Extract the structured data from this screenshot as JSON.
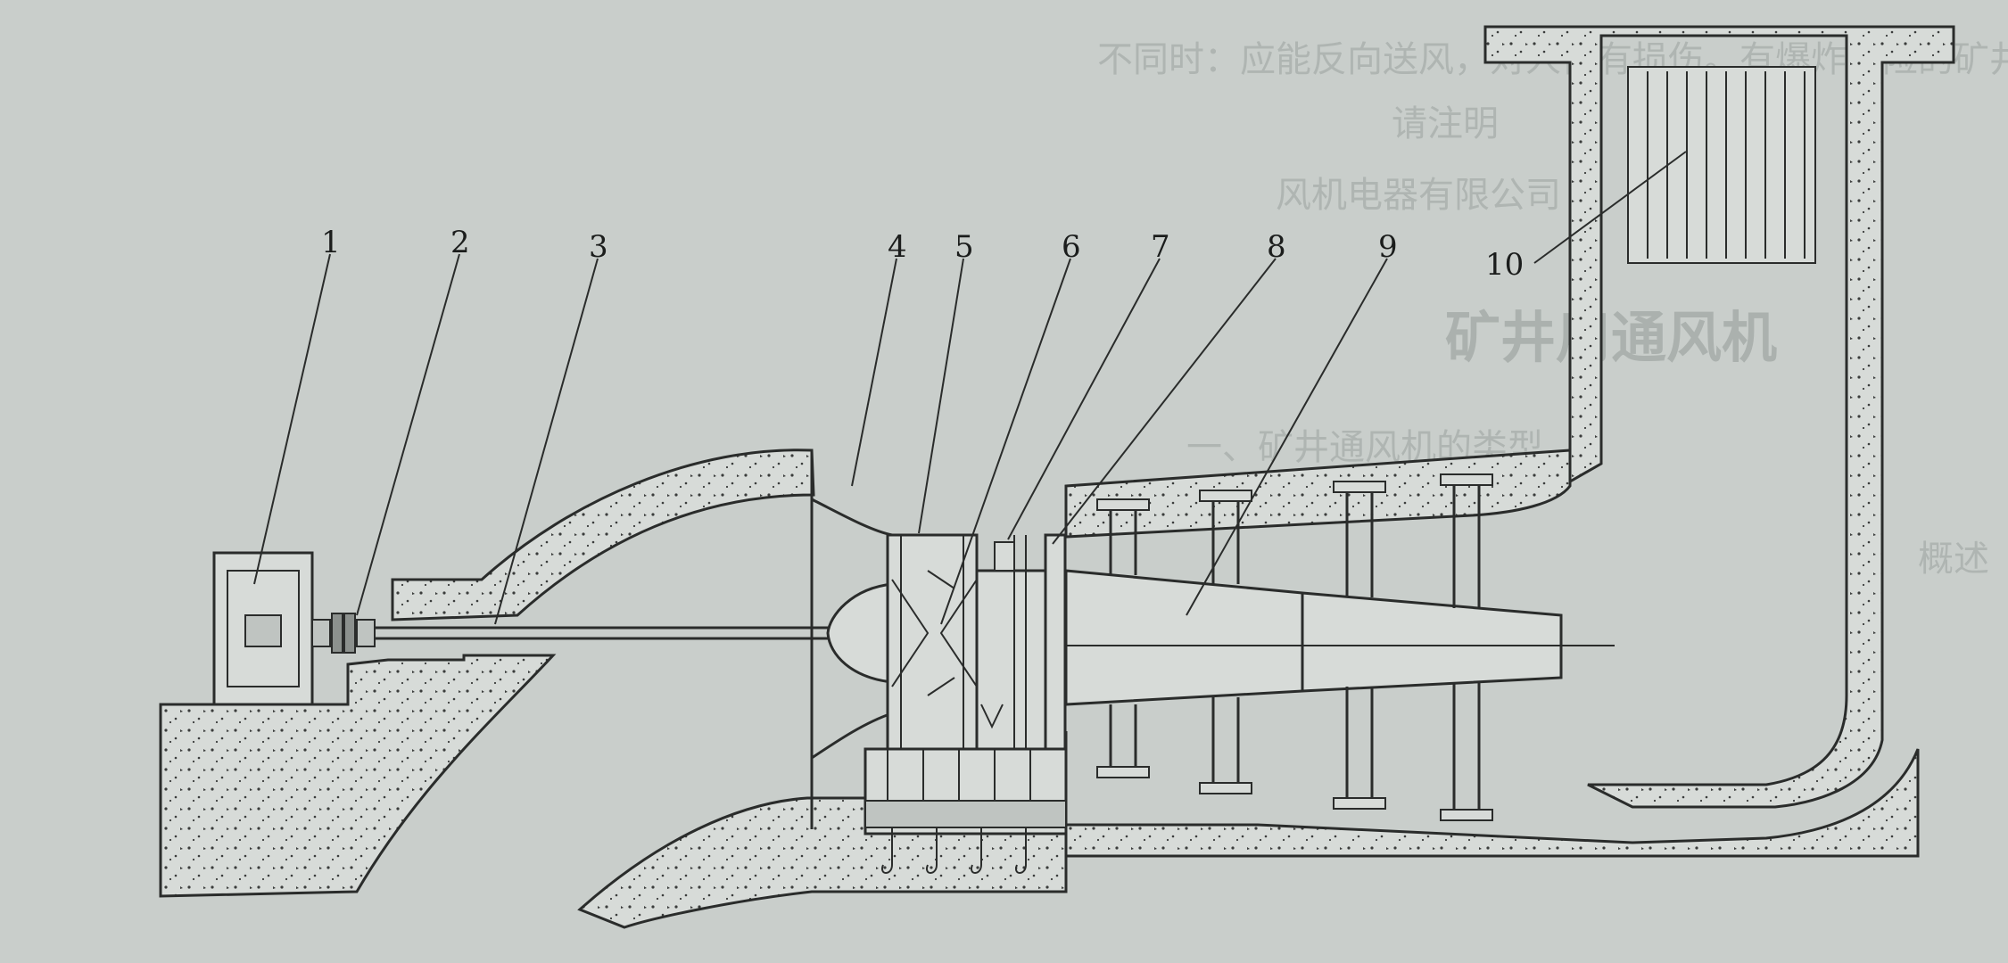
{
  "figure": {
    "part_labels": [
      "1",
      "2",
      "3",
      "4",
      "5",
      "6",
      "7",
      "8",
      "9",
      "10"
    ]
  },
  "background_text": {
    "lines": [
      "不同时：应能反向送风，对人体有损伤。有爆炸危险的矿井则应有",
      "请注明",
      "风机电器有限公司",
      "矿井用通风机",
      "一、矿井通风机的类型",
      "概述"
    ]
  }
}
